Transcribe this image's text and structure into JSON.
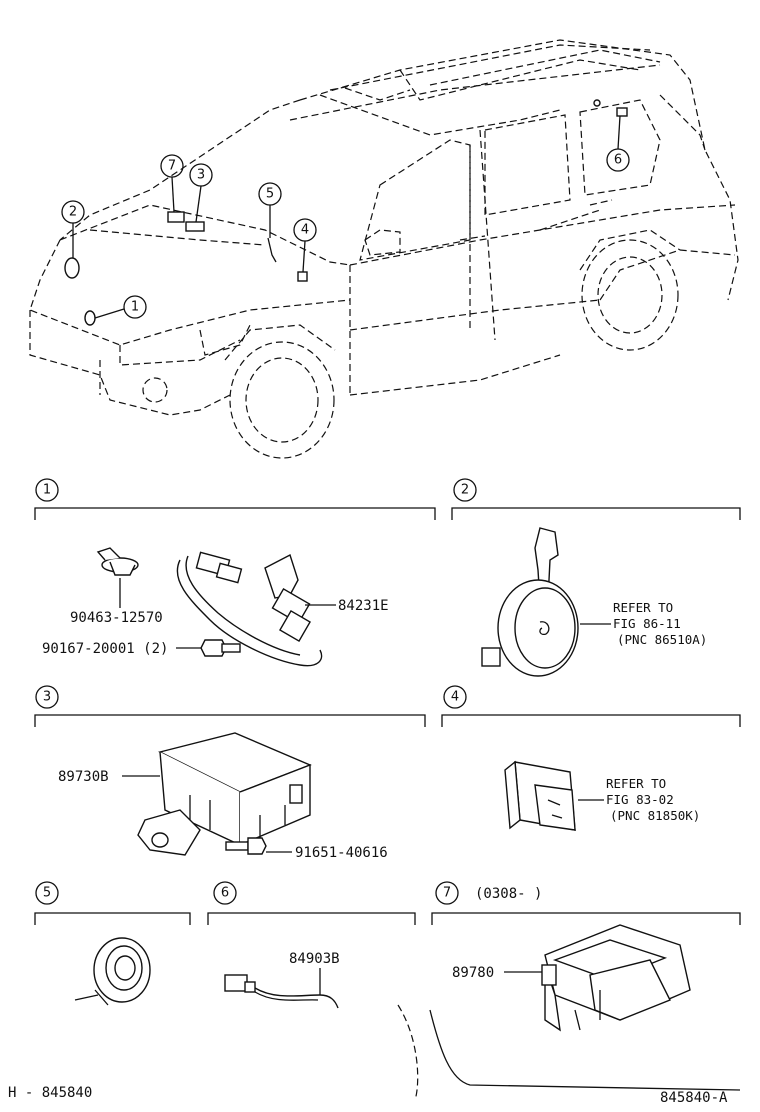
{
  "callouts": [
    "1",
    "2",
    "3",
    "4",
    "5",
    "6",
    "7"
  ],
  "section1": {
    "num": "1",
    "clamp_part": "90463-12570",
    "bolt_part": "90167-20001 (2)",
    "harness_part": "84231E"
  },
  "section2": {
    "num": "2",
    "ref_line1": "REFER TO",
    "ref_line2": "FIG 86-11",
    "ref_line3": "(PNC 86510A)"
  },
  "section3": {
    "num": "3",
    "unit_part": "89730B",
    "bolt_part": "91651-40616"
  },
  "section4": {
    "num": "4",
    "ref_line1": "REFER TO",
    "ref_line2": "FIG 83-02",
    "ref_line3": "(PNC 81850K)"
  },
  "section5": {
    "num": "5"
  },
  "section6": {
    "num": "6",
    "wire_part": "84903B"
  },
  "section7": {
    "num": "7",
    "range": "(0308-      )",
    "unit_part": "89780"
  },
  "footer": {
    "left_code": "H - 845840",
    "right_code": "845840-A"
  }
}
